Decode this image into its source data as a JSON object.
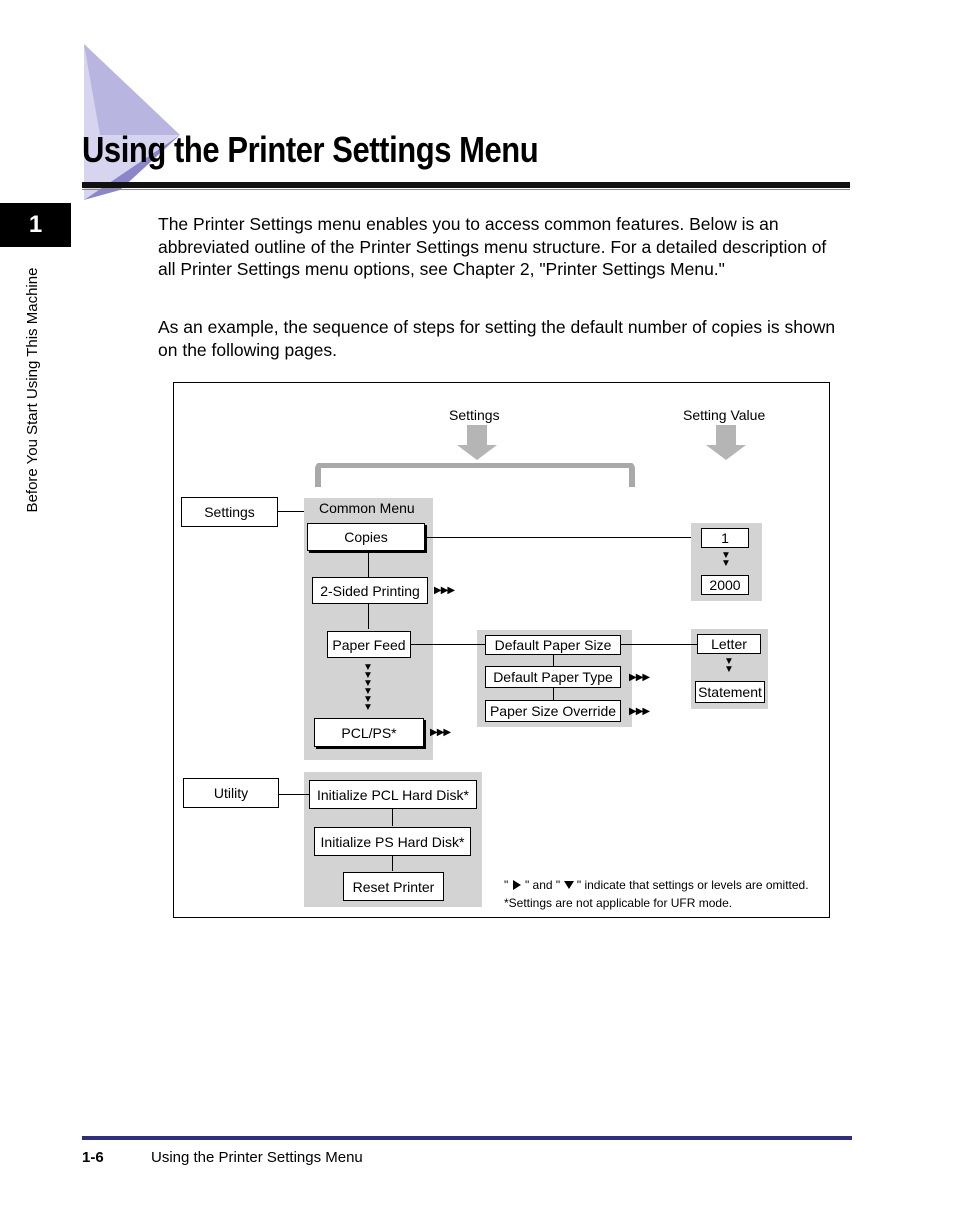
{
  "header": {
    "title": "Using the Printer Settings Menu"
  },
  "side_tab": {
    "chapter_number": "1",
    "label": "Before You Start Using This Machine"
  },
  "body": {
    "paragraph1": "The Printer Settings menu enables you to access common features. Below is an abbreviated outline of the Printer Settings menu structure. For a detailed description of all Printer Settings menu options, see Chapter 2, \"Printer Settings Menu.\"",
    "paragraph2": "As an example, the sequence of steps for setting the default number of copies is shown on the following pages."
  },
  "diagram": {
    "column_settings": "Settings",
    "column_setting_value": "Setting Value",
    "settings_box": "Settings",
    "common_menu": "Common Menu",
    "copies": "Copies",
    "two_sided": "2-Sided Printing",
    "paper_feed": "Paper Feed",
    "pcl_ps": "PCL/PS*",
    "default_paper_size": "Default Paper Size",
    "default_paper_type": "Default Paper Type",
    "paper_size_override": "Paper Size Override",
    "copies_min": "1",
    "copies_max": "2000",
    "size_letter": "Letter",
    "size_statement": "Statement",
    "utility_box": "Utility",
    "init_pcl": "Initialize PCL Hard Disk*",
    "init_ps": "Initialize PS Hard Disk*",
    "reset_printer": "Reset Printer",
    "more_glyph": "▶▶▶",
    "down_glyph": "▼",
    "note_q1": "\"",
    "note_and": "\" and \"",
    "note_rest": "\" indicate that settings or levels are omitted.",
    "note_line2": "*Settings are not applicable for UFR mode."
  },
  "footer": {
    "page_number": "1-6",
    "title": "Using the Printer Settings Menu"
  },
  "colors": {
    "accent_purple": "#8a87c8",
    "footer_rule": "#2e2e7a",
    "panel_gray": "#d3d3d3"
  }
}
